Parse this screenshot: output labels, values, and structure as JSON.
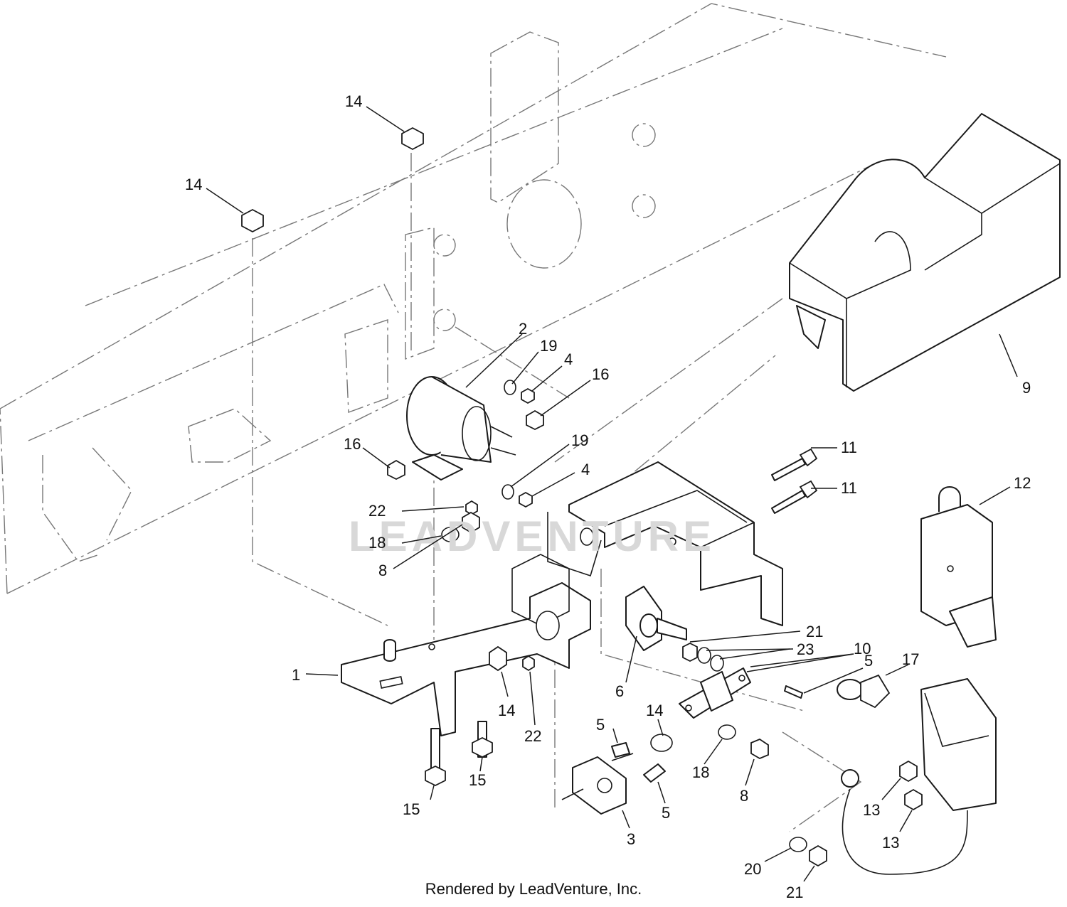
{
  "diagram": {
    "watermark": "LEADVENTURE",
    "credit": "Rendered by LeadVenture, Inc.",
    "callouts": [
      {
        "id": "c14a",
        "label": "14"
      },
      {
        "id": "c14b",
        "label": "14"
      },
      {
        "id": "c2",
        "label": "2"
      },
      {
        "id": "c19a",
        "label": "19"
      },
      {
        "id": "c4a",
        "label": "4"
      },
      {
        "id": "c16a",
        "label": "16"
      },
      {
        "id": "c9",
        "label": "9"
      },
      {
        "id": "c16b",
        "label": "16"
      },
      {
        "id": "c19b",
        "label": "19"
      },
      {
        "id": "c4b",
        "label": "4"
      },
      {
        "id": "c11a",
        "label": "11"
      },
      {
        "id": "c11b",
        "label": "11"
      },
      {
        "id": "c12",
        "label": "12"
      },
      {
        "id": "c22a",
        "label": "22"
      },
      {
        "id": "c18a",
        "label": "18"
      },
      {
        "id": "c8a",
        "label": "8"
      },
      {
        "id": "c21a",
        "label": "21"
      },
      {
        "id": "c23",
        "label": "23"
      },
      {
        "id": "c10",
        "label": "10"
      },
      {
        "id": "c5a",
        "label": "5"
      },
      {
        "id": "c17",
        "label": "17"
      },
      {
        "id": "c1",
        "label": "1"
      },
      {
        "id": "c6",
        "label": "6"
      },
      {
        "id": "c14c",
        "label": "14"
      },
      {
        "id": "c22b",
        "label": "22"
      },
      {
        "id": "c5b",
        "label": "5"
      },
      {
        "id": "c14d",
        "label": "14"
      },
      {
        "id": "c15a",
        "label": "15"
      },
      {
        "id": "c15b",
        "label": "15"
      },
      {
        "id": "c18b",
        "label": "18"
      },
      {
        "id": "c8b",
        "label": "8"
      },
      {
        "id": "c5c",
        "label": "5"
      },
      {
        "id": "c3",
        "label": "3"
      },
      {
        "id": "c13a",
        "label": "13"
      },
      {
        "id": "c13b",
        "label": "13"
      },
      {
        "id": "c20",
        "label": "20"
      },
      {
        "id": "c21b",
        "label": "21"
      }
    ]
  }
}
